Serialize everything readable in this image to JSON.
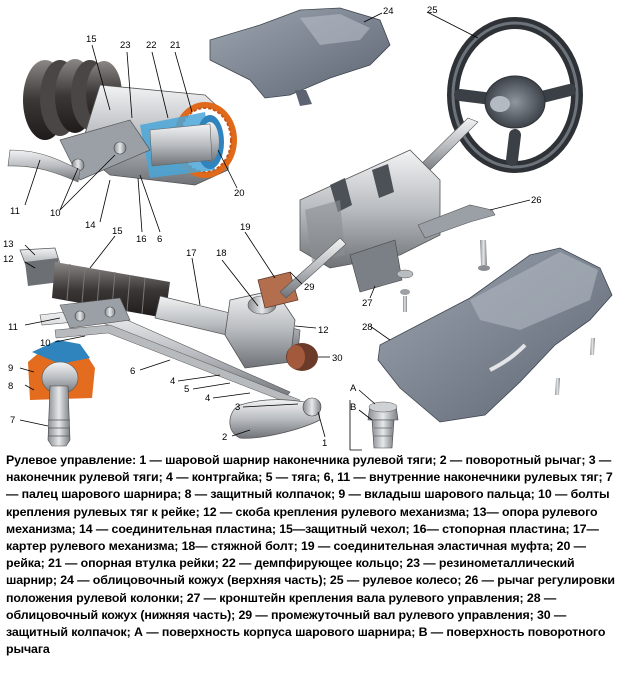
{
  "callouts": {
    "c1": "1",
    "c2": "2",
    "c3": "3",
    "c4a": "4",
    "c4b": "4",
    "c5": "5",
    "c6a": "6",
    "c6b": "6",
    "c7": "7",
    "c8": "8",
    "c9": "9",
    "c10a": "10",
    "c10b": "10",
    "c11a": "11",
    "c11b": "11",
    "c12a": "12",
    "c12b": "12",
    "c13": "13",
    "c14": "14",
    "c15a": "15",
    "c15b": "15",
    "c16": "16",
    "c17": "17",
    "c18": "18",
    "c19": "19",
    "c20": "20",
    "c21": "21",
    "c22": "22",
    "c23": "23",
    "c24": "24",
    "c25": "25",
    "c26": "26",
    "c27": "27",
    "c28": "28",
    "c29": "29",
    "c30": "30",
    "cA": "А",
    "cB": "В"
  },
  "caption": "Рулевое управление: 1 — шаровой шарнир наконечника рулевой тяги; 2 — поворотный рычаг; 3 — наконечник рулевой тяги; 4 — контргайка; 5 — тяга; 6, 11 — внутренние наконечники рулевых тяг; 7 — палец шарового шарнира; 8 — защитный колпачок; 9 — вкладыш шарового пальца; 10 — болты крепления рулевых тяг к рейке; 12 — скоба крепления рулевого механизма; 13— опора рулевого механизма; 14 — соединительная пластина; 15—защитный чехол; 16— стопорная пластина; 17— картер рулевого механизма; 18— стяжной болт; 19 — соединительная эластичная муфта; 20 — рейка; 21 — опорная втулка рейки; 22 — демпфирующее кольцо; 23 — резинометаллический шарнир; 24 — облицовочный кожух (верхняя часть); 25 — рулевое колесо; 26 — рычаг регулировки положения рулевой колонки; 27 — кронштейн крепления вала рулевого управления; 28 — облицовочный кожух (нижняя часть); 29 — промежуточный вал рулевого управления; 30 — защитный колпачок; А — поверхность корпуса шарового шарнира; В — поверхность поворотного рычага"
}
